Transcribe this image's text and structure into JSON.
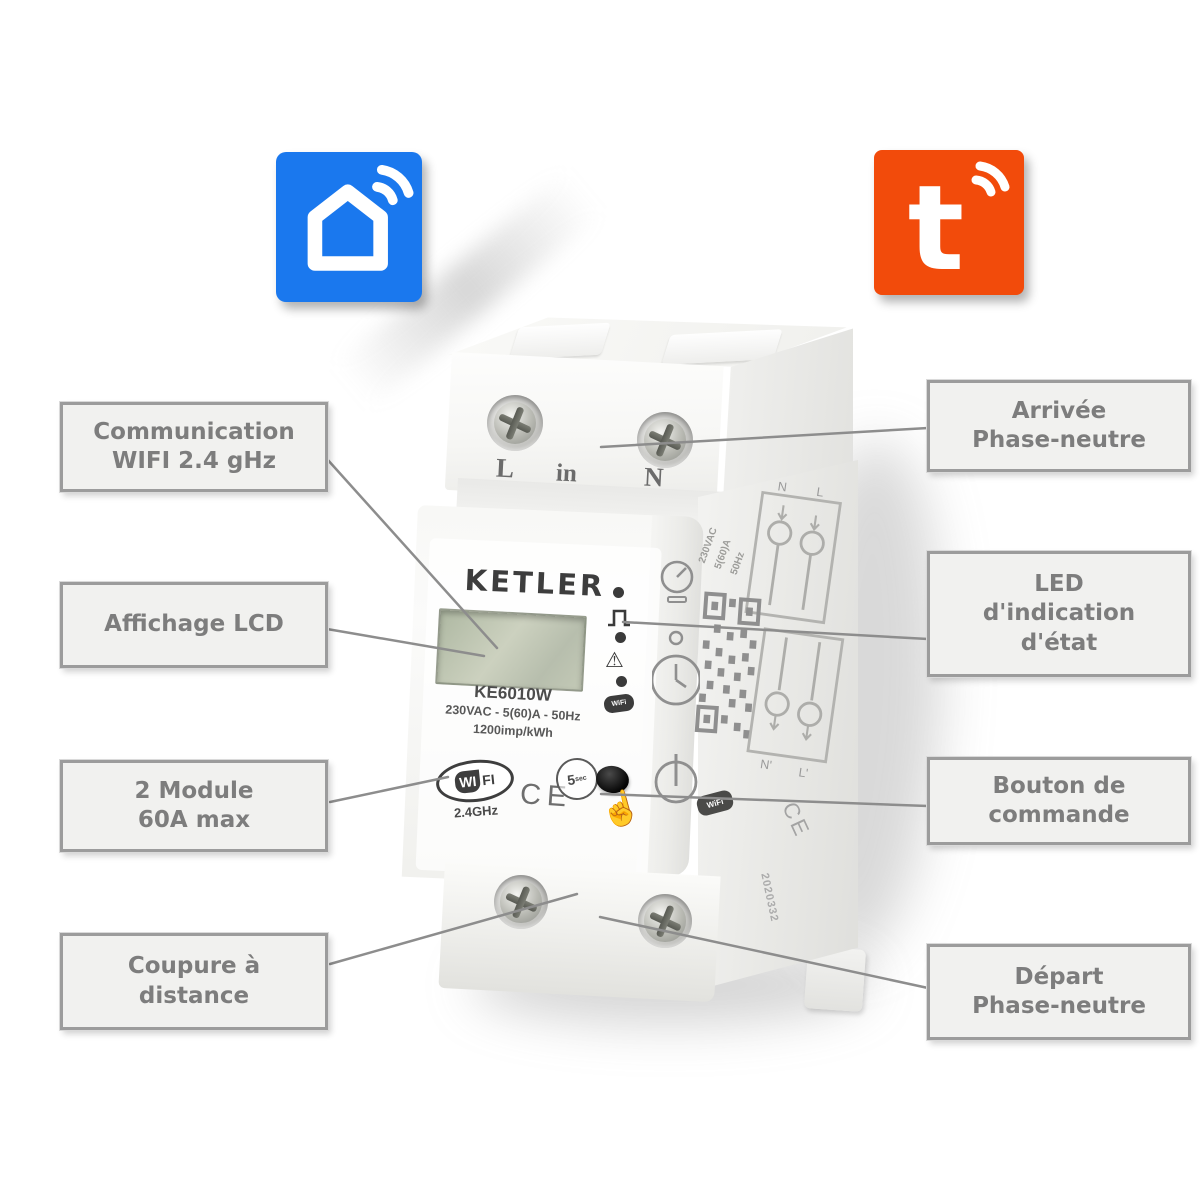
{
  "page": {
    "background": "#ffffff"
  },
  "app_icons": {
    "smart_life": {
      "color": "#1a78ee",
      "icon": "house-wifi"
    },
    "tuya": {
      "color": "#f24b0b",
      "letter": "t",
      "icon": "letter-t-wifi"
    }
  },
  "callouts": {
    "left": [
      {
        "lines": [
          "Communication",
          "WIFI 2.4 gHz"
        ]
      },
      {
        "lines": [
          "Affichage LCD"
        ]
      },
      {
        "lines": [
          "2 Module",
          "60A max"
        ]
      },
      {
        "lines": [
          "Coupure à",
          "distance"
        ]
      }
    ],
    "right": [
      {
        "lines": [
          "Arrivée",
          "Phase-neutre"
        ]
      },
      {
        "lines": [
          "LED",
          "d'indication",
          "d'état"
        ]
      },
      {
        "lines": [
          "Bouton de",
          "commande"
        ]
      },
      {
        "lines": [
          "Départ",
          "Phase-neutre"
        ]
      }
    ]
  },
  "meter": {
    "brand": "KETLER",
    "model": "KE6010W",
    "rating": "230VAC - 5(60)A - 50Hz",
    "impulse": "1200imp/kWh",
    "terminals": {
      "left": "L",
      "mid": "in",
      "right": "N"
    },
    "wifi_logo": {
      "left": "WI",
      "right": "FI",
      "freq": "2.4GHz"
    },
    "ce": "CE",
    "hold_button": {
      "number": "5",
      "unit": "sec"
    },
    "led_panel": {
      "wifi_badge": "WiFi"
    },
    "side": {
      "rating_lines": [
        "230VAC",
        "5(60)A",
        "50Hz"
      ],
      "wiring_in": {
        "a": "N",
        "b": "L"
      },
      "wiring_out": {
        "a": "N'",
        "b": "L'"
      },
      "wifi_badge": "WiFi",
      "ce": "CE",
      "serial": "2020332"
    },
    "icons": {
      "warning": "⚠",
      "hand": "☝"
    }
  },
  "colors": {
    "callout_border": "#9c9c9c",
    "callout_bg": "#f1f1ef",
    "callout_text": "#7d7d7d",
    "line": "#8d8d8d",
    "lcd": "#bcc3b0"
  }
}
